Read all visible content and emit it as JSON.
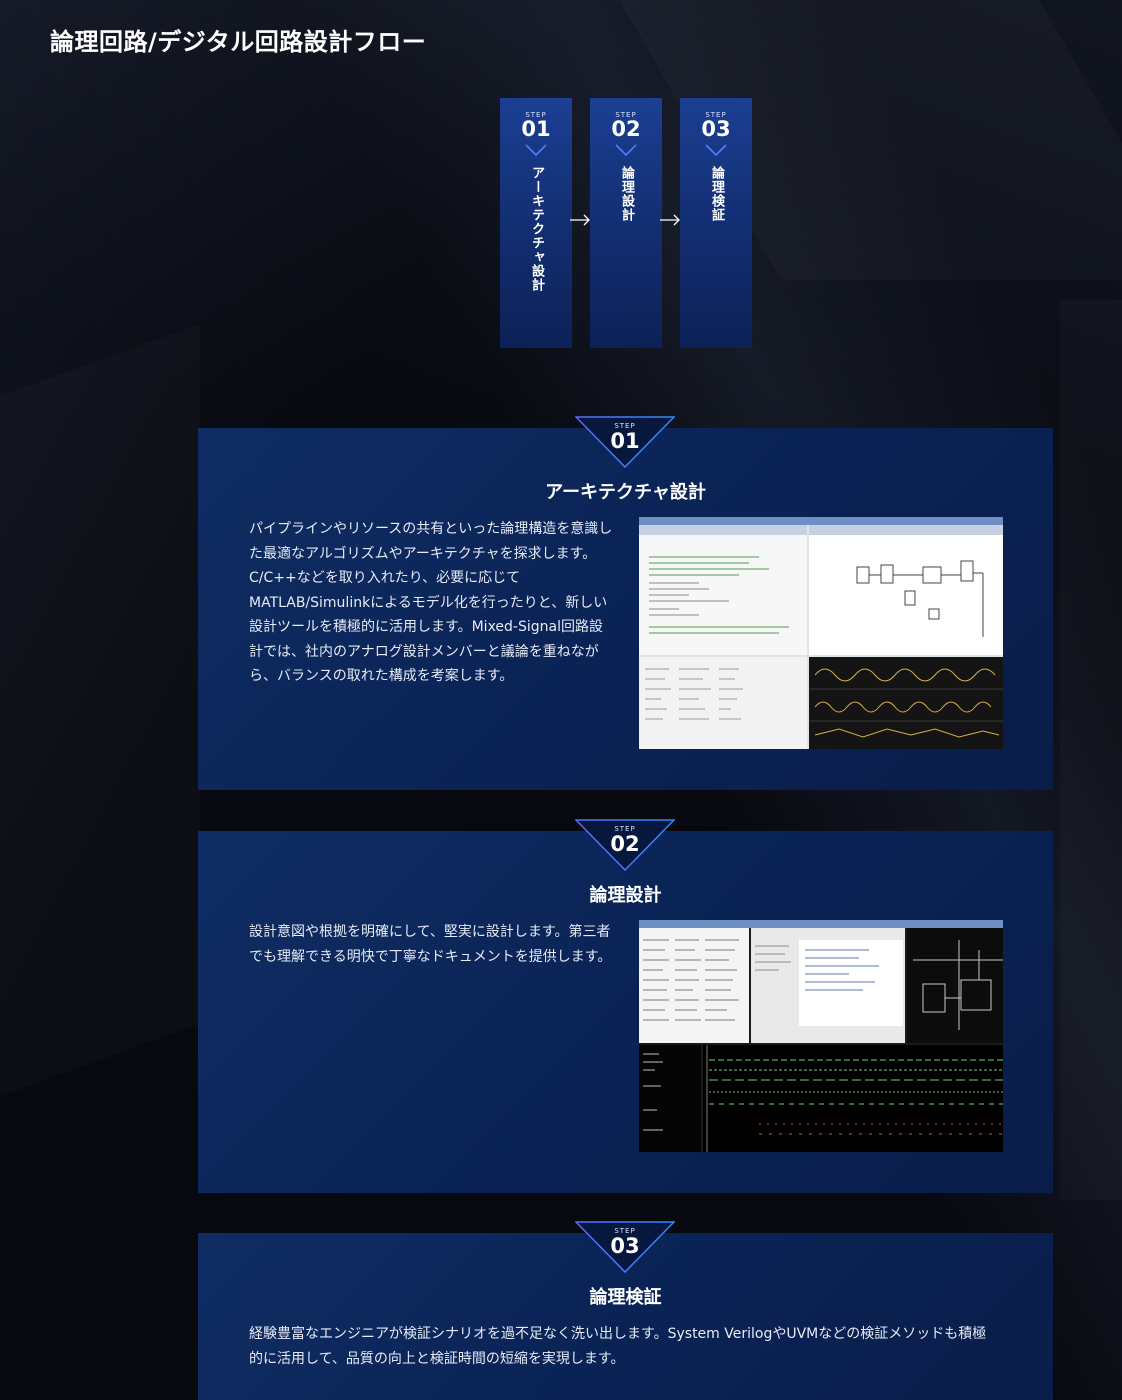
{
  "page": {
    "title": "論理回路/デジタル回路設計フロー"
  },
  "flow": {
    "step_label": "STEP",
    "steps": [
      {
        "num": "01",
        "label": "アーキテクチャ設計"
      },
      {
        "num": "02",
        "label": "論理設計"
      },
      {
        "num": "03",
        "label": "論理検証"
      }
    ]
  },
  "sections": [
    {
      "step_label": "STEP",
      "num": "01",
      "title": "アーキテクチャ設計",
      "body": "パイプラインやリソースの共有といった論理構造を意識した最適なアルゴリズムやアーキテクチャを探求します。C/C++などを取り入れたり、必要に応じてMATLAB/Simulinkによるモデル化を行ったりと、新しい設計ツールを積極的に活用します。Mixed-Signal回路設計では、社内のアナログ設計メンバーと議論を重ねながら、バランスの取れた構成を考案します。"
    },
    {
      "step_label": "STEP",
      "num": "02",
      "title": "論理設計",
      "body": "設計意図や根拠を明確にして、堅実に設計します。第三者でも理解できる明快で丁寧なドキュメントを提供します。"
    },
    {
      "step_label": "STEP",
      "num": "03",
      "title": "論理検証",
      "body": "経験豊富なエンジニアが検証シナリオを過不足なく洗い出します。System VerilogやUVMなどの検証メソッドも積極的に活用して、品質の向上と検証時間の短縮を実現します。"
    }
  ]
}
